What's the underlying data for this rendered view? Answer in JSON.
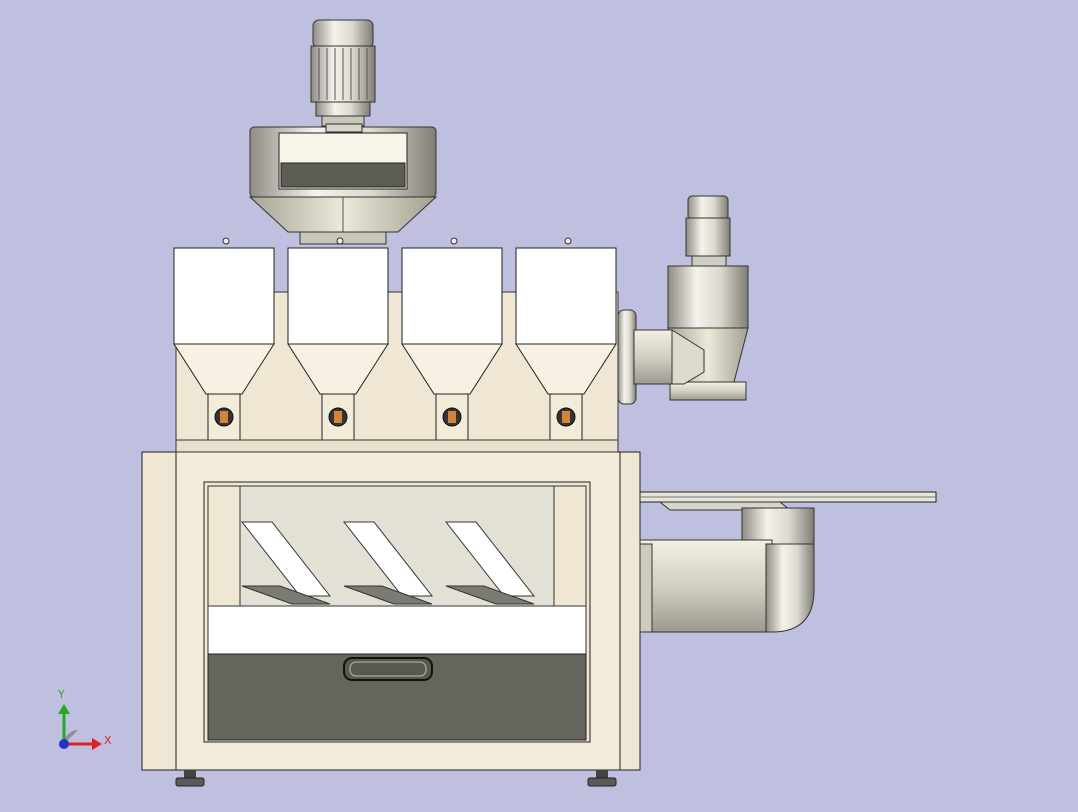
{
  "viewport": {
    "background": "#bfc0e0",
    "body_color": "#f0e8d4",
    "metal_color": "#d8d6cc",
    "dark_panel_color": "#65655d",
    "outline_color": "#2a2a2a"
  },
  "axis_triad": {
    "y_label": "Y",
    "x_label": "X",
    "y_color": "#22aa22",
    "x_color": "#dd2222",
    "origin_color": "#2233cc"
  },
  "model": {
    "top_motor": "motor",
    "side_motor": "motor",
    "hopper_count": 4
  }
}
